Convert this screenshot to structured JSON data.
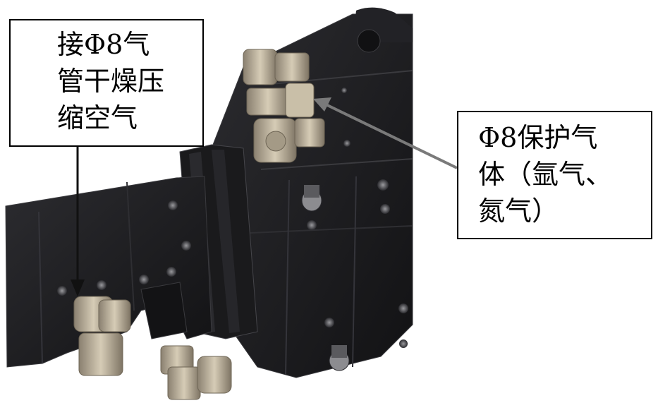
{
  "callouts": {
    "left": {
      "lines": [
        "接Φ8气",
        "管干燥压",
        "缩空气"
      ]
    },
    "right": {
      "lines": [
        "Φ8保护气",
        "体（氩气、",
        "氮气）"
      ]
    }
  },
  "colors": {
    "housing": "#1c1c1e",
    "housing_edge": "#3a3a3e",
    "fitting": "#b7ab94",
    "fitting_dark": "#6e6555",
    "arrow_left": "#111111",
    "arrow_right": "#7a7a7a"
  }
}
